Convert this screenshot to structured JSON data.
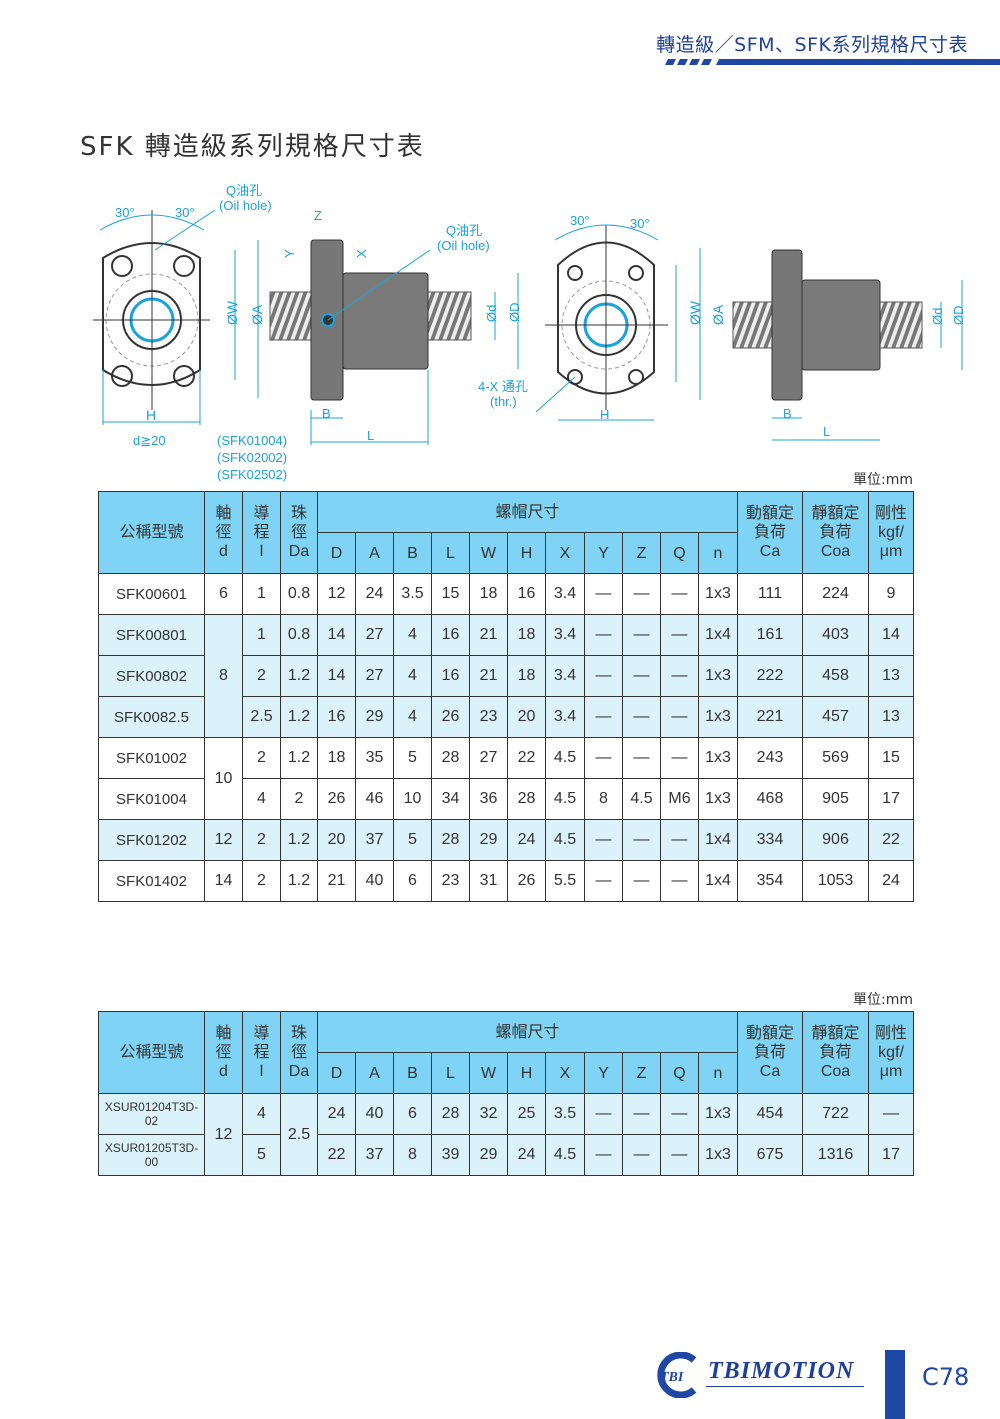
{
  "header": {
    "title": "轉造級／SFM、SFK系列規格尺寸表",
    "accent": "#1f47a6"
  },
  "page_title": "SFK 轉造級系列規格尺寸表",
  "diagram": {
    "angle1": "30°",
    "angle2": "30°",
    "oil_hole_cn": "Q油孔",
    "oil_hole_en": "(Oil hole)",
    "W": "ØW",
    "A": "ØA",
    "d": "Ød",
    "D": "ØD",
    "H": "H",
    "B": "B",
    "L": "L",
    "Z": "Z",
    "Y": "Y",
    "X": "X",
    "note_d": "d≧20",
    "models": [
      "(SFK01004)",
      "(SFK02002)",
      "(SFK02502)"
    ],
    "thru_cn": "4-X 通孔",
    "thru_en": "(thr.)"
  },
  "unit_label": "單位:mm",
  "columns": {
    "model": "公稱型號",
    "shaft": [
      "軸",
      "徑",
      "d"
    ],
    "lead": [
      "導",
      "程",
      "l"
    ],
    "ball": [
      "珠",
      "徑",
      "Da"
    ],
    "nut": "螺帽尺寸",
    "nut_cols": [
      "D",
      "A",
      "B",
      "L",
      "W",
      "H",
      "X",
      "Y",
      "Z",
      "Q",
      "n"
    ],
    "dyn": [
      "動額定",
      "負荷",
      "Ca"
    ],
    "stat": [
      "靜額定",
      "負荷",
      "Coa"
    ],
    "rigid": [
      "剛性",
      "kgf/",
      "μm"
    ]
  },
  "table1": {
    "groups": [
      {
        "d": "6",
        "rows": [
          [
            "SFK00601",
            "1",
            "0.8",
            "12",
            "24",
            "3.5",
            "15",
            "18",
            "16",
            "3.4",
            "—",
            "—",
            "—",
            "1x3",
            "111",
            "224",
            "9"
          ]
        ]
      },
      {
        "d": "8",
        "rows": [
          [
            "SFK00801",
            "1",
            "0.8",
            "14",
            "27",
            "4",
            "16",
            "21",
            "18",
            "3.4",
            "—",
            "—",
            "—",
            "1x4",
            "161",
            "403",
            "14"
          ],
          [
            "SFK00802",
            "2",
            "1.2",
            "14",
            "27",
            "4",
            "16",
            "21",
            "18",
            "3.4",
            "—",
            "—",
            "—",
            "1x3",
            "222",
            "458",
            "13"
          ],
          [
            "SFK0082.5",
            "2.5",
            "1.2",
            "16",
            "29",
            "4",
            "26",
            "23",
            "20",
            "3.4",
            "—",
            "—",
            "—",
            "1x3",
            "221",
            "457",
            "13"
          ]
        ]
      },
      {
        "d": "10",
        "rows": [
          [
            "SFK01002",
            "2",
            "1.2",
            "18",
            "35",
            "5",
            "28",
            "27",
            "22",
            "4.5",
            "—",
            "—",
            "—",
            "1x3",
            "243",
            "569",
            "15"
          ],
          [
            "SFK01004",
            "4",
            "2",
            "26",
            "46",
            "10",
            "34",
            "36",
            "28",
            "4.5",
            "8",
            "4.5",
            "M6",
            "1x3",
            "468",
            "905",
            "17"
          ]
        ]
      },
      {
        "d": "12",
        "rows": [
          [
            "SFK01202",
            "2",
            "1.2",
            "20",
            "37",
            "5",
            "28",
            "29",
            "24",
            "4.5",
            "—",
            "—",
            "—",
            "1x4",
            "334",
            "906",
            "22"
          ]
        ]
      },
      {
        "d": "14",
        "rows": [
          [
            "SFK01402",
            "2",
            "1.2",
            "21",
            "40",
            "6",
            "23",
            "31",
            "26",
            "5.5",
            "—",
            "—",
            "—",
            "1x4",
            "354",
            "1053",
            "24"
          ]
        ]
      }
    ]
  },
  "table2": {
    "d": "12",
    "Da": "2.5",
    "rows": [
      [
        "XSUR01204T3D-02",
        "4",
        "24",
        "40",
        "6",
        "28",
        "32",
        "25",
        "3.5",
        "—",
        "—",
        "—",
        "1x3",
        "454",
        "722",
        "—"
      ],
      [
        "XSUR01205T3D-00",
        "5",
        "22",
        "37",
        "8",
        "39",
        "29",
        "24",
        "4.5",
        "—",
        "—",
        "—",
        "1x3",
        "675",
        "1316",
        "17"
      ]
    ]
  },
  "footer": {
    "logo": "TBI",
    "brand": "TBIMOTION",
    "page": "C78"
  }
}
